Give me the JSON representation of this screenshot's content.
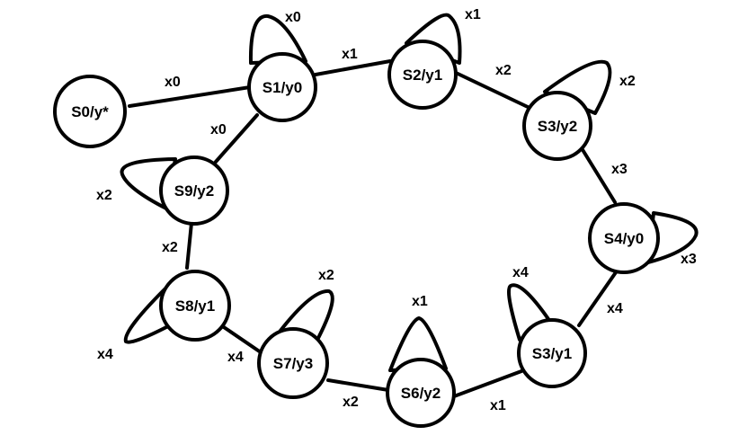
{
  "diagram": {
    "states": [
      {
        "id": "s0",
        "label": "S0/y*"
      },
      {
        "id": "s1",
        "label": "S1/y0"
      },
      {
        "id": "s2",
        "label": "S2/y1"
      },
      {
        "id": "s3a",
        "label": "S3/y2"
      },
      {
        "id": "s4",
        "label": "S4/y0"
      },
      {
        "id": "s3b",
        "label": "S3/y1"
      },
      {
        "id": "s6",
        "label": "S6/y2"
      },
      {
        "id": "s7",
        "label": "S7/y3"
      },
      {
        "id": "s8",
        "label": "S8/y1"
      },
      {
        "id": "s9",
        "label": "S9/y2"
      }
    ],
    "transitions": [
      {
        "from": "s0",
        "to": "s1",
        "label": "x0"
      },
      {
        "from": "s1",
        "to": "s2",
        "label": "x1"
      },
      {
        "from": "s2",
        "to": "s3a",
        "label": "x2"
      },
      {
        "from": "s3a",
        "to": "s4",
        "label": "x3"
      },
      {
        "from": "s4",
        "to": "s3b",
        "label": "x4"
      },
      {
        "from": "s3b",
        "to": "s6",
        "label": "x1"
      },
      {
        "from": "s6",
        "to": "s7",
        "label": "x2"
      },
      {
        "from": "s7",
        "to": "s8",
        "label": "x4"
      },
      {
        "from": "s8",
        "to": "s9",
        "label": "x2"
      },
      {
        "from": "s9",
        "to": "s1",
        "label": "x0"
      }
    ],
    "self_loops": [
      {
        "state": "s1",
        "label": "x0"
      },
      {
        "state": "s2",
        "label": "x1"
      },
      {
        "state": "s3a",
        "label": "x2"
      },
      {
        "state": "s4",
        "label": "x3"
      },
      {
        "state": "s3b",
        "label": "x4"
      },
      {
        "state": "s6",
        "label": "x1"
      },
      {
        "state": "s7",
        "label": "x2"
      },
      {
        "state": "s8",
        "label": "x4"
      },
      {
        "state": "s9",
        "label": "x2"
      }
    ]
  }
}
